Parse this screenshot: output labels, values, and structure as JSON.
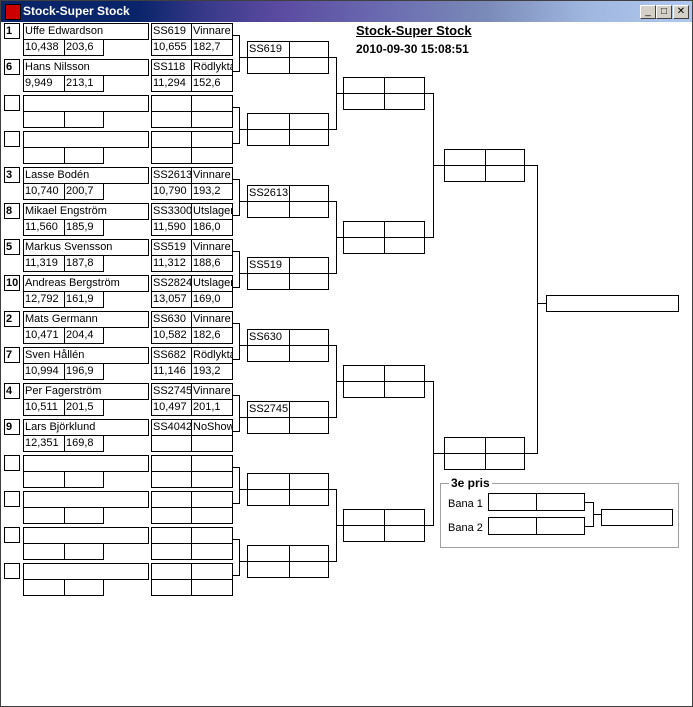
{
  "window": {
    "title": "Stock-Super Stock"
  },
  "header": {
    "title": "Stock-Super Stock",
    "datetime": "2010-09-30 15:08:51"
  },
  "entries": [
    {
      "seed": "1",
      "name": "Uffe Edwardson",
      "time": "10,438",
      "speed": "203,6",
      "car": "SS619",
      "result": "Vinnare",
      "rtime": "10,655",
      "rspeed": "182,7"
    },
    {
      "seed": "6",
      "name": "Hans Nilsson",
      "time": "9,949",
      "speed": "213,1",
      "car": "SS118",
      "result": "Rödlykta",
      "rtime": "11,294",
      "rspeed": "152,6"
    },
    {
      "seed": "",
      "name": "",
      "time": "",
      "speed": "",
      "car": "",
      "result": "",
      "rtime": "",
      "rspeed": ""
    },
    {
      "seed": "",
      "name": "",
      "time": "",
      "speed": "",
      "car": "",
      "result": "",
      "rtime": "",
      "rspeed": ""
    },
    {
      "seed": "3",
      "name": "Lasse Bodén",
      "time": "10,740",
      "speed": "200,7",
      "car": "SS2613",
      "result": "Vinnare",
      "rtime": "10,790",
      "rspeed": "193,2"
    },
    {
      "seed": "8",
      "name": "Mikael Engström",
      "time": "11,560",
      "speed": "185,9",
      "car": "SS3300",
      "result": "Utslagen",
      "rtime": "11,590",
      "rspeed": "186,0"
    },
    {
      "seed": "5",
      "name": "Markus Svensson",
      "time": "11,319",
      "speed": "187,8",
      "car": "SS519",
      "result": "Vinnare",
      "rtime": "11,312",
      "rspeed": "188,6"
    },
    {
      "seed": "10",
      "name": "Andreas Bergström",
      "time": "12,792",
      "speed": "161,9",
      "car": "SS2824",
      "result": "Utslagen",
      "rtime": "13,057",
      "rspeed": "169,0"
    },
    {
      "seed": "2",
      "name": "Mats Germann",
      "time": "10,471",
      "speed": "204,4",
      "car": "SS630",
      "result": "Vinnare",
      "rtime": "10,582",
      "rspeed": "182,6"
    },
    {
      "seed": "7",
      "name": "Sven Hållén",
      "time": "10,994",
      "speed": "196,9",
      "car": "SS682",
      "result": "Rödlykta",
      "rtime": "11,146",
      "rspeed": "193,2"
    },
    {
      "seed": "4",
      "name": "Per Fagerström",
      "time": "10,511",
      "speed": "201,5",
      "car": "SS2745",
      "result": "Vinnare",
      "rtime": "10,497",
      "rspeed": "201,1"
    },
    {
      "seed": "9",
      "name": "Lars Björklund",
      "time": "12,351",
      "speed": "169,8",
      "car": "SS4042",
      "result": "NoShow",
      "rtime": "",
      "rspeed": ""
    },
    {
      "seed": "",
      "name": "",
      "time": "",
      "speed": "",
      "car": "",
      "result": "",
      "rtime": "",
      "rspeed": ""
    },
    {
      "seed": "",
      "name": "",
      "time": "",
      "speed": "",
      "car": "",
      "result": "",
      "rtime": "",
      "rspeed": ""
    },
    {
      "seed": "",
      "name": "",
      "time": "",
      "speed": "",
      "car": "",
      "result": "",
      "rtime": "",
      "rspeed": ""
    },
    {
      "seed": "",
      "name": "",
      "time": "",
      "speed": "",
      "car": "",
      "result": "",
      "rtime": "",
      "rspeed": ""
    }
  ],
  "round2": [
    "SS619",
    "",
    "SS2613",
    "SS519",
    "SS630",
    "SS2745",
    "",
    ""
  ],
  "third_place": {
    "title": "3e pris",
    "lane1": "Bana 1",
    "lane2": "Bana 2"
  }
}
